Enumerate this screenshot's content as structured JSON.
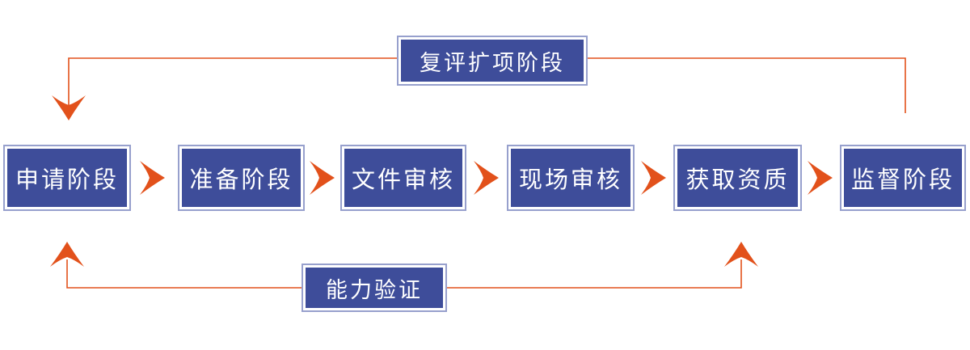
{
  "diagram": {
    "steps": [
      {
        "label": "申请阶段"
      },
      {
        "label": "准备阶段"
      },
      {
        "label": "文件审核"
      },
      {
        "label": "现场审核"
      },
      {
        "label": "获取资质"
      },
      {
        "label": "监督阶段"
      }
    ],
    "top_loop_label": "复评扩项阶段",
    "bottom_loop_label": "能力验证",
    "colors": {
      "box_fill": "#3E4D9A",
      "box_border": "#97A0CD",
      "box_text": "#FFFFFF",
      "arrow": "#E2511B",
      "background": "#FFFFFF"
    }
  }
}
